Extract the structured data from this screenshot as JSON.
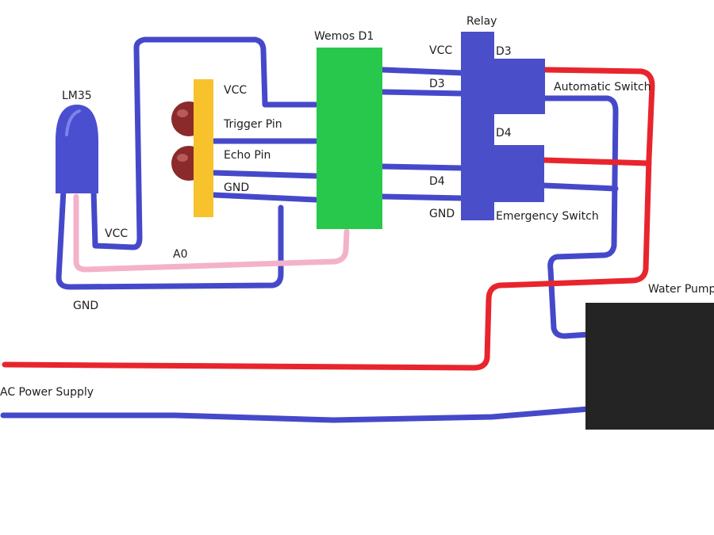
{
  "colors": {
    "wire_blue": "#4549c9",
    "wire_red": "#e8252c",
    "wire_pink": "#f3b2c9",
    "wemos_board": "#27c84b",
    "relay_module": "#4a4fc9",
    "ultrasonic_header": "#f7c22b",
    "ultrasonic_transducer": "#8a2a2a",
    "lm35_body": "#4a4fd0",
    "pump_body": "#242424"
  },
  "components": {
    "lm35": "LM35",
    "wemos": "Wemos D1",
    "relay": "Relay",
    "pump": "Water Pump",
    "power": "AC Power Supply"
  },
  "ultrasonic_pins": [
    "VCC",
    "Trigger Pin",
    "Echo Pin",
    "GND"
  ],
  "lm35_pins": {
    "vcc": "VCC",
    "signal": "A0",
    "gnd": "GND"
  },
  "wemos_right_pins": [
    "VCC",
    "D3",
    "D4",
    "GND"
  ],
  "relay_outputs": {
    "d3": "D3",
    "d4": "D4",
    "automatic": "Automatic Switch",
    "emergency": "Emergency Switch"
  }
}
